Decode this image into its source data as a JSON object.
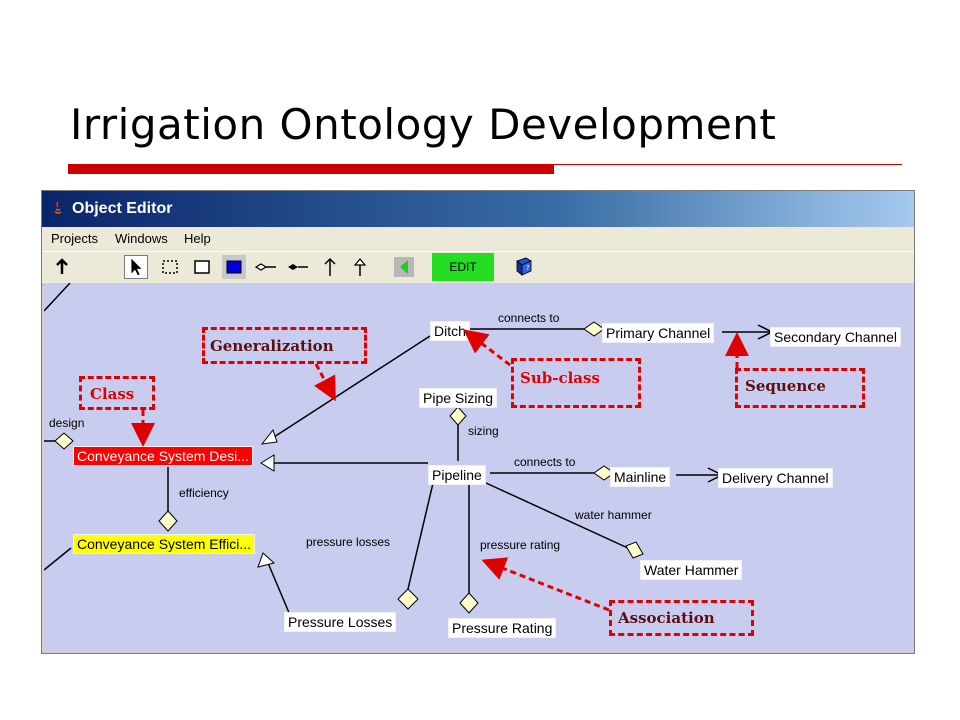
{
  "slide": {
    "title": "Irrigation Ontology Development"
  },
  "window": {
    "title": "Object Editor",
    "menu": [
      "Projects",
      "Windows",
      "Help"
    ],
    "toolbar": {
      "edit_label": "EDIT"
    }
  },
  "diagram": {
    "nodes": {
      "ditch": "Ditch",
      "primary_channel": "Primary Channel",
      "secondary_channel": "Secondary Channel",
      "pipe_sizing": "Pipe Sizing",
      "conveyance_design": "Conveyance System Desi...",
      "pipeline": "Pipeline",
      "mainline": "Mainline",
      "delivery_channel": "Delivery Channel",
      "conveyance_efficiency": "Conveyance System Effici...",
      "water_hammer": "Water Hammer",
      "pressure_losses": "Pressure Losses",
      "pressure_rating": "Pressure Rating"
    },
    "edge_labels": {
      "ditch_connects": "connects to",
      "sizing": "sizing",
      "design": "design",
      "pipeline_connects": "connects to",
      "efficiency": "efficiency",
      "water_hammer": "water hammer",
      "pressure_rating": "pressure rating",
      "pressure_losses": "pressure losses"
    }
  },
  "callouts": {
    "generalization": "Generalization",
    "subclass": "Sub-class",
    "sequence": "Sequence",
    "class": "Class",
    "association": "Association"
  },
  "colors": {
    "accent_red": "#cc0000",
    "callout_red": "#e00000",
    "canvas": "#c8cdf0",
    "class_selected": "#ff0000",
    "class_highlight": "#ffff00",
    "edit_button": "#22dd22"
  }
}
